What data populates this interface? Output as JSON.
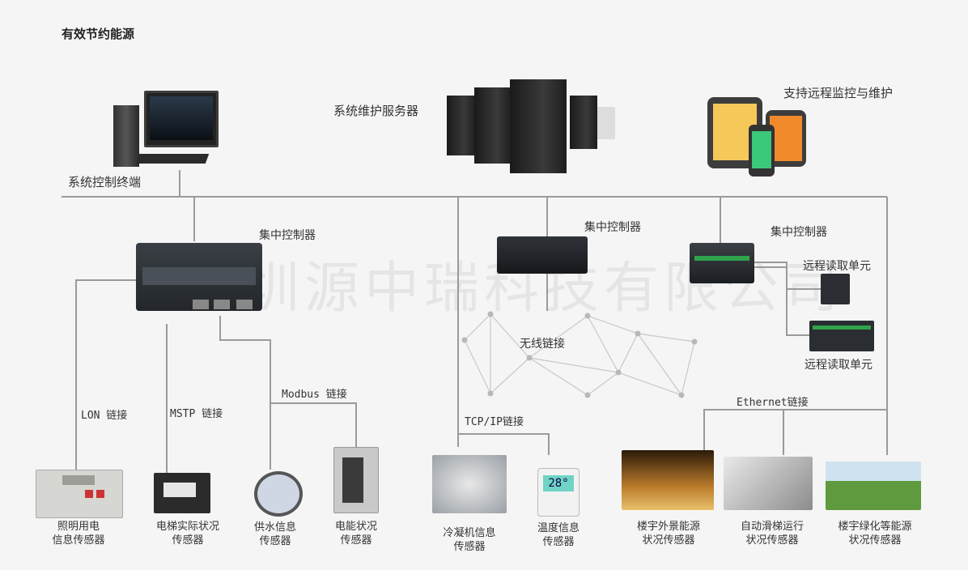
{
  "title": "有效节约能源",
  "watermark": "深圳源中瑞科技有限公司",
  "top": {
    "terminal_label": "系统控制终端",
    "server_label": "系统维护服务器",
    "remote_label": "支持远程监控与维护"
  },
  "controllers": {
    "main_label": "集中控制器",
    "wireless_label": "集中控制器",
    "right_label": "集中控制器",
    "wireless_link": "无线链接",
    "remote_reader_1": "远程读取单元",
    "remote_reader_2": "远程读取单元"
  },
  "links": {
    "lon": "LON 链接",
    "mstp": "MSTP 链接",
    "modbus": "Modbus 链接",
    "tcpip": "TCP/IP链接",
    "ethernet": "Ethernet链接"
  },
  "sensors": [
    {
      "line1": "照明用电",
      "line2": "信息传感器",
      "icon": "lighting-panel-icon"
    },
    {
      "line1": "电梯实际状况",
      "line2": "传感器",
      "icon": "elevator-board-icon"
    },
    {
      "line1": "供水信息",
      "line2": "传感器",
      "icon": "water-meter-icon"
    },
    {
      "line1": "电能状况",
      "line2": "传感器",
      "icon": "power-cabinet-icon"
    },
    {
      "line1": "冷凝机信息",
      "line2": "传感器",
      "icon": "chiller-icon"
    },
    {
      "line1": "温度信息",
      "line2": "传感器",
      "icon": "thermostat-icon"
    },
    {
      "line1": "楼宇外景能源",
      "line2": "状况传感器",
      "icon": "fountain-icon"
    },
    {
      "line1": "自动滑梯运行",
      "line2": "状况传感器",
      "icon": "escalator-icon"
    },
    {
      "line1": "楼宇绿化等能源",
      "line2": "状况传感器",
      "icon": "garden-icon"
    }
  ],
  "thermostat_display": "28°",
  "colors": {
    "background": "#f5f5f5",
    "wire": "#9a9a9a",
    "tablet_yellow": "#f6c85a",
    "tablet_orange": "#f08a2b",
    "phone_green": "#3cc87a",
    "display_green": "#2fa34b"
  }
}
